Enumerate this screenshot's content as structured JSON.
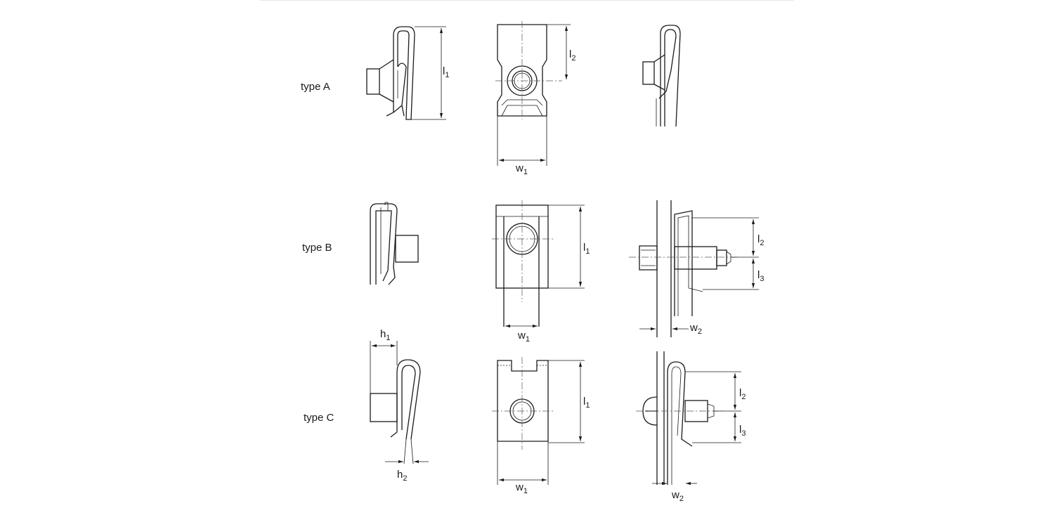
{
  "rows": [
    {
      "type_label": "type A",
      "dims": {
        "l1": {
          "base": "l",
          "sub": "1"
        },
        "l2": {
          "base": "l",
          "sub": "2"
        },
        "w1": {
          "base": "w",
          "sub": "1"
        }
      }
    },
    {
      "type_label": "type B",
      "dims": {
        "l1": {
          "base": "l",
          "sub": "1"
        },
        "w1": {
          "base": "w",
          "sub": "1"
        },
        "l2": {
          "base": "l",
          "sub": "2"
        },
        "l3": {
          "base": "l",
          "sub": "3"
        },
        "w2": {
          "base": "w",
          "sub": "2"
        }
      }
    },
    {
      "type_label": "type C",
      "dims": {
        "h1": {
          "base": "h",
          "sub": "1"
        },
        "h2": {
          "base": "h",
          "sub": "2"
        },
        "l1": {
          "base": "l",
          "sub": "1"
        },
        "w1": {
          "base": "w",
          "sub": "1"
        },
        "l2": {
          "base": "l",
          "sub": "2"
        },
        "l3": {
          "base": "l",
          "sub": "3"
        },
        "w2": {
          "base": "w",
          "sub": "2"
        }
      }
    }
  ],
  "colors": {
    "line": "#1a1a1a",
    "background": "#ffffff"
  }
}
